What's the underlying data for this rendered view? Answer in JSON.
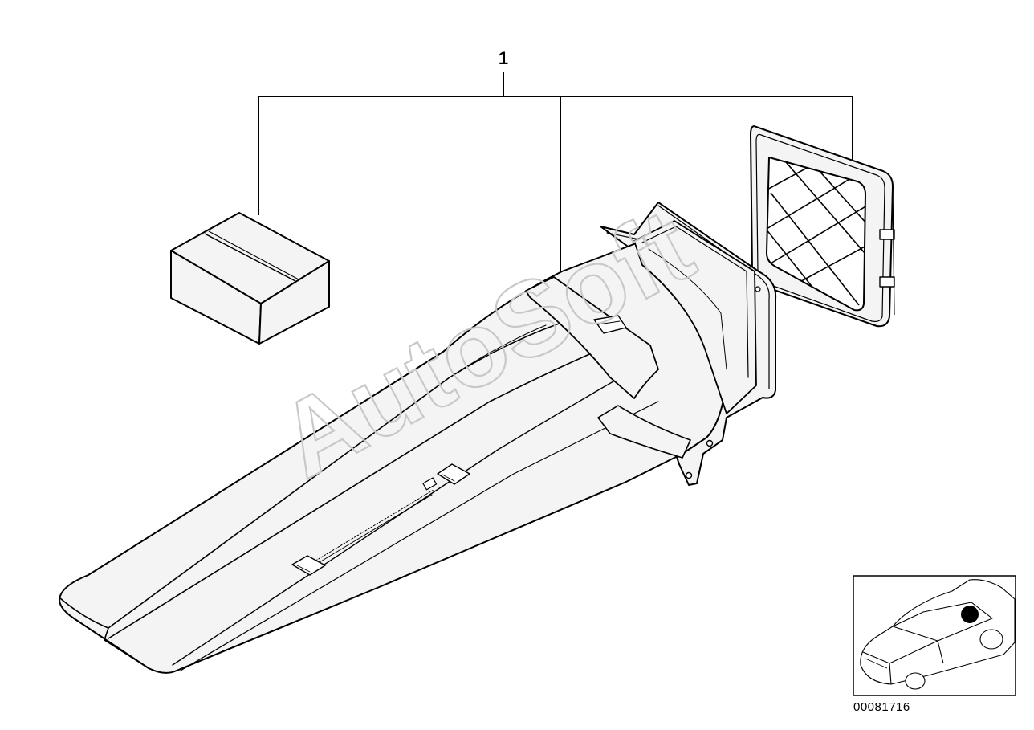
{
  "diagram": {
    "callout_label": "1",
    "document_number": "00081716",
    "watermark_text": "AutoSoft"
  },
  "colors": {
    "line": "#000000",
    "background": "#ffffff",
    "part_fill": "#f4f4f4",
    "watermark": "#cfcfcf",
    "location_marker": "#000000"
  },
  "icons": {
    "box": "parts-box-icon",
    "duct": "ski-bag-duct-icon",
    "grille": "grille-frame-icon",
    "car": "car-location-thumbnail"
  }
}
